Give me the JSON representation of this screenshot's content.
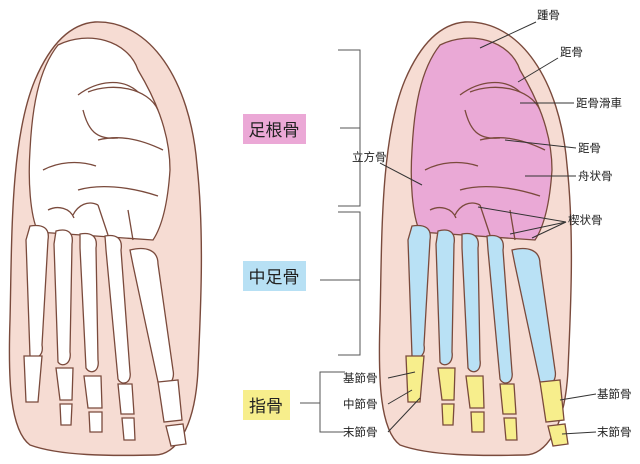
{
  "colors": {
    "skin": "#f6dcd3",
    "outline": "#7a4a3c",
    "tarsal": "#eaa9d6",
    "metatarsal": "#b9e1f5",
    "phalanx": "#f7ee8c",
    "box_tarsal": "#eba8d6",
    "box_meta": "#b7e0f4",
    "box_phal": "#f7ee8c"
  },
  "groups": {
    "tarsal": "足根骨",
    "metatarsal": "中足骨",
    "phalanges": "指骨"
  },
  "labels": {
    "calcaneus": "踵骨",
    "talus_top": "距骨",
    "trochlea": "距骨滑車",
    "talus": "距骨",
    "navicular": "舟状骨",
    "cuboid": "立方骨",
    "cuneiform": "楔状骨",
    "proximal_left": "基節骨",
    "middle_left": "中節骨",
    "distal_left": "末節骨",
    "proximal_right": "基節骨",
    "distal_right": "末節骨"
  }
}
